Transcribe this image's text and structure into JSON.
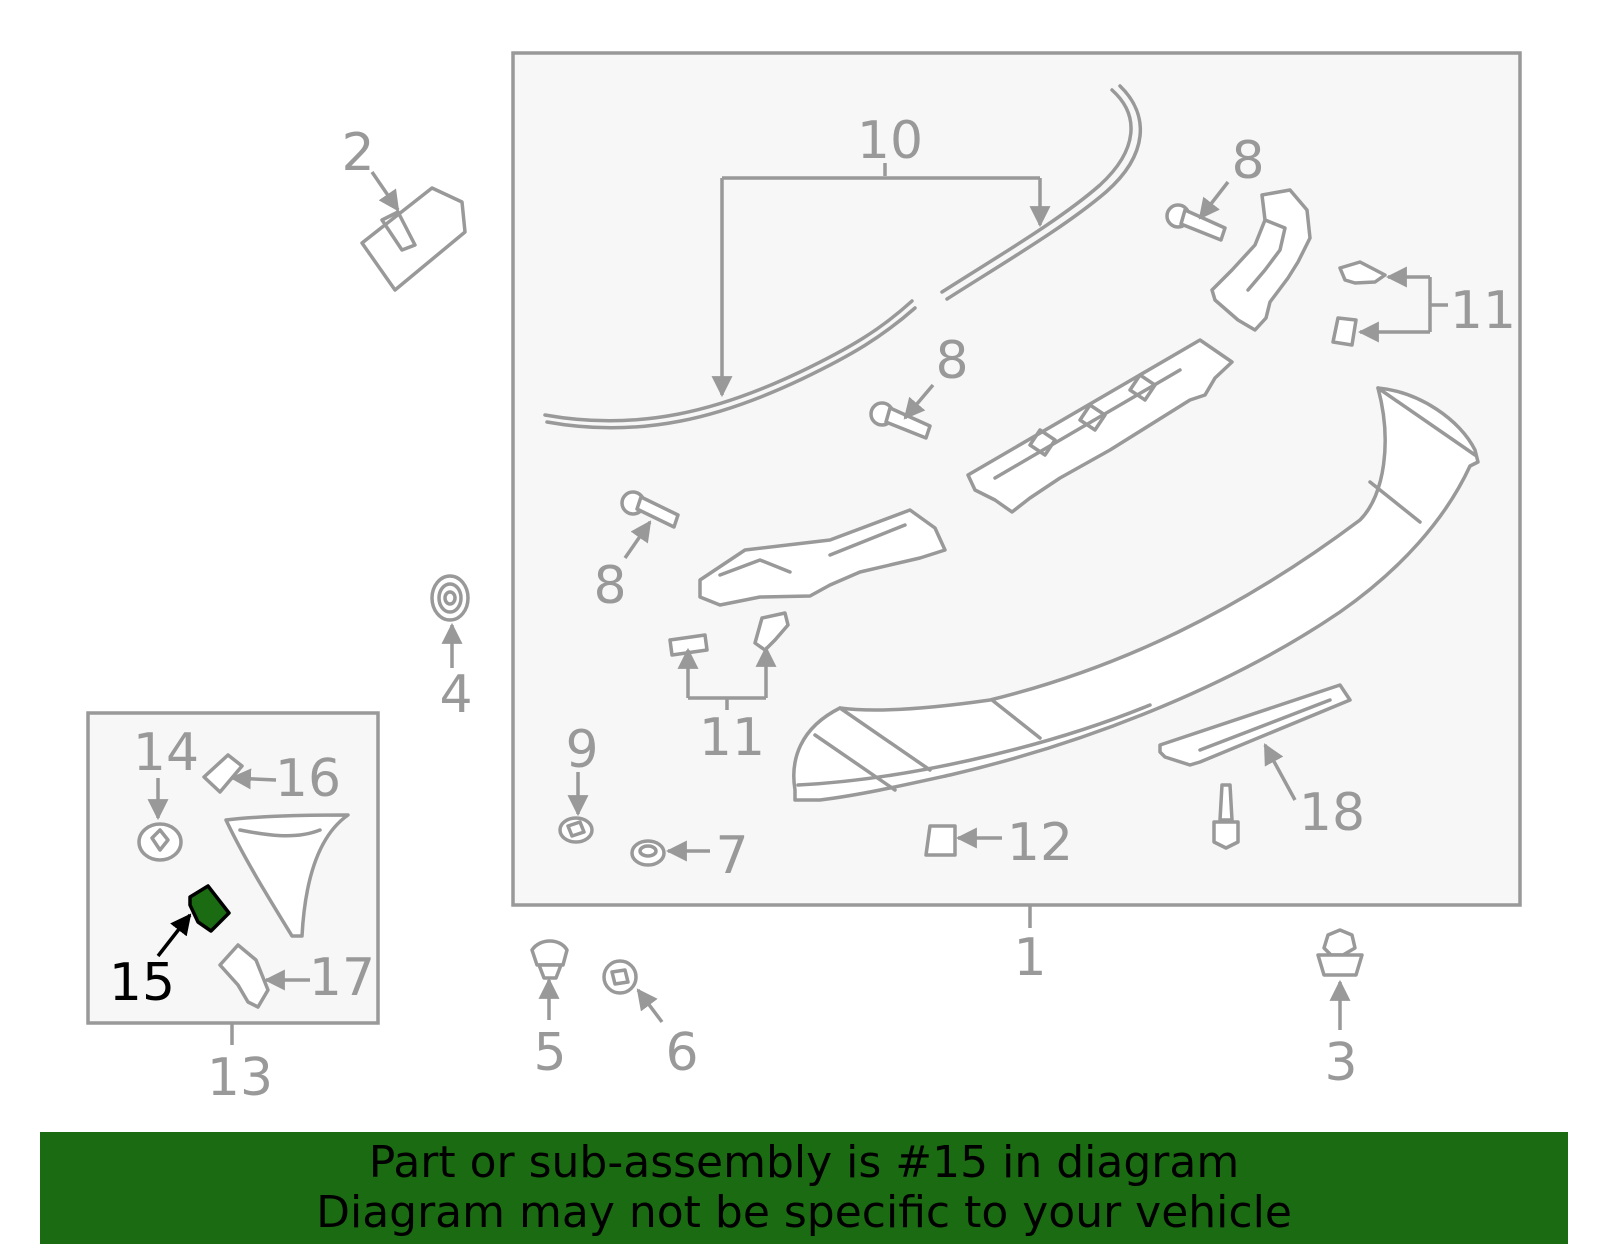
{
  "colors": {
    "line": "#999999",
    "highlight": "#1b6b12",
    "highlight_label": "#000000",
    "frame_fill": "#f7f7f7"
  },
  "callouts": {
    "c1": "1",
    "c2": "2",
    "c3": "3",
    "c4": "4",
    "c5": "5",
    "c6": "6",
    "c7": "7",
    "c8a": "8",
    "c8b": "8",
    "c8c": "8",
    "c9": "9",
    "c10": "10",
    "c11a": "11",
    "c11b": "11",
    "c12": "12",
    "c13": "13",
    "c14": "14",
    "c15": "15",
    "c16": "16",
    "c17": "17",
    "c18": "18"
  },
  "highlighted_part": "15",
  "banner": {
    "line1": "Part or sub-assembly is #15 in diagram",
    "line2": "Diagram may not be specific to your vehicle"
  }
}
